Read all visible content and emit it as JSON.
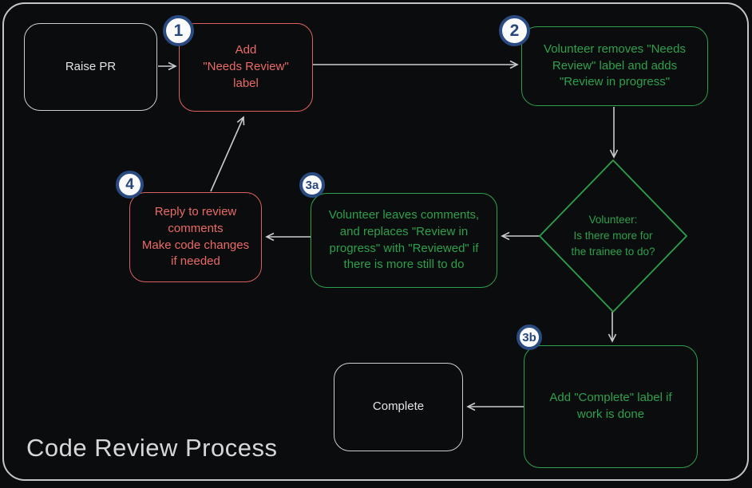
{
  "title": "Code Review Process",
  "colors": {
    "background": "#0b0c0e",
    "frame_gray": "#c3c5c9",
    "node_white": "#ccced2",
    "node_red": "#dc615e",
    "node_green": "#2da04c",
    "badge_blue": "#2a4b82",
    "arrow_gray": "#c9cbd0"
  },
  "nodes": {
    "raise_pr": {
      "label": "Raise PR"
    },
    "add_needs_review": {
      "label": "Add\n\"Needs Review\"\nlabel",
      "badge": "1"
    },
    "volunteer_removes": {
      "label": "Volunteer removes \"Needs\nReview\" label and adds\n\"Review in progress\"",
      "badge": "2"
    },
    "decision": {
      "label": "Volunteer:\nIs there more for\nthe trainee to do?"
    },
    "volunteer_comments": {
      "label": "Volunteer leaves comments,\nand replaces \"Review in\nprogress\" with \"Reviewed\" if\nthere is more still to do",
      "badge": "3a"
    },
    "reply_to_review": {
      "label": "Reply to review\ncomments\nMake code changes\nif needed",
      "badge": "4"
    },
    "add_complete": {
      "label": "Add \"Complete\" label if\nwork is done",
      "badge": "3b"
    },
    "complete": {
      "label": "Complete"
    }
  }
}
